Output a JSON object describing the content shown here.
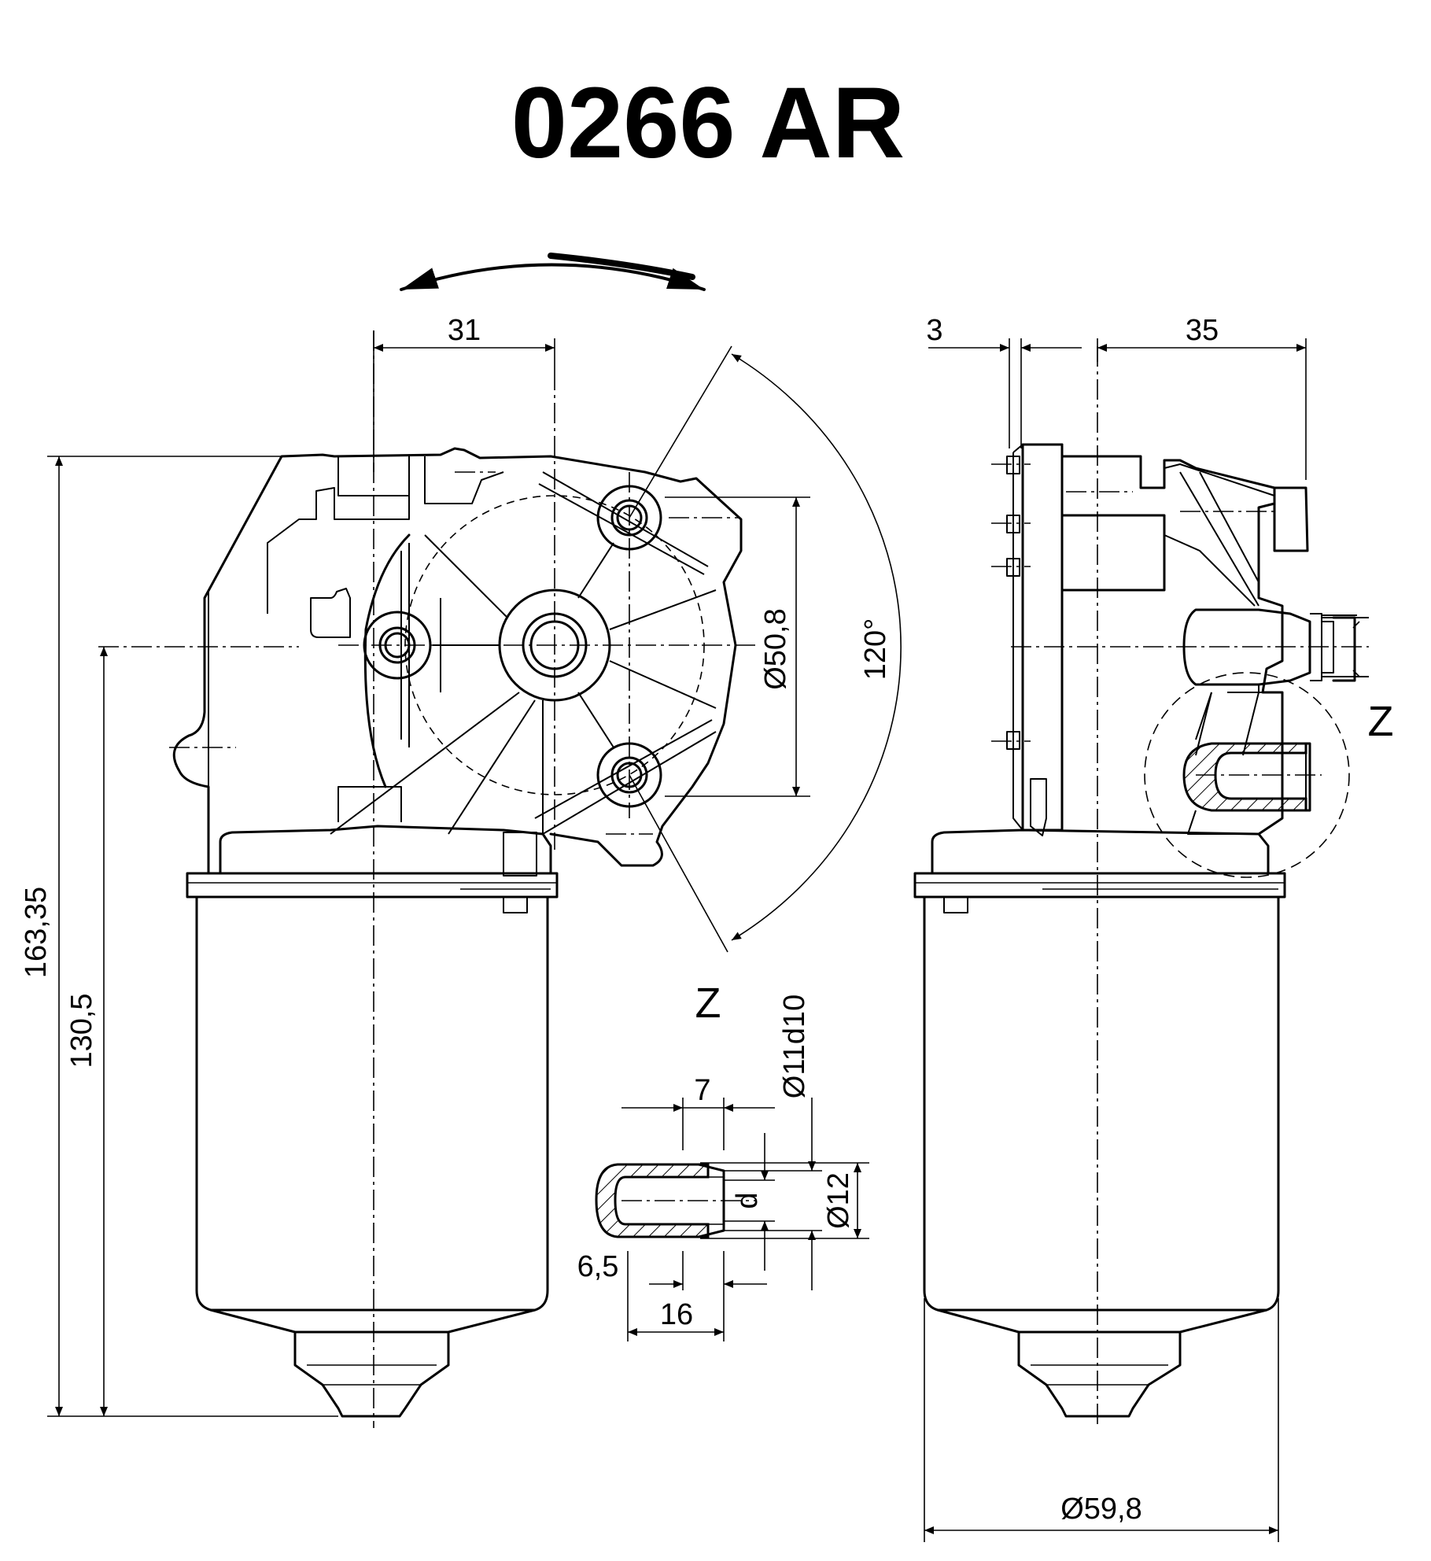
{
  "title": "0266 AR",
  "dimensions": {
    "d31": "31",
    "d3": "3",
    "d35": "35",
    "dia50_8": "Ø50,8",
    "angle120": "120°",
    "len163_35": "163,35",
    "len130_5": "130,5",
    "dia59_8": "Ø59,8",
    "dia11d10": "Ø11d10",
    "d7": "7",
    "d_label": "d",
    "dia12": "Ø12",
    "d6_5": "6,5",
    "d16": "16"
  },
  "detail_labels": {
    "detail_marker": "Z",
    "detail_view_title": "Z"
  }
}
